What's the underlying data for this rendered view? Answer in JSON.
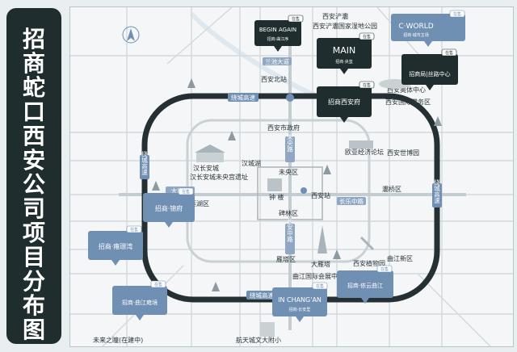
{
  "title": "招商蛇口西安公司项目分布图",
  "colors": {
    "dark": "#1f2d2f",
    "ring": "#243033",
    "blue": "#6f8fb3",
    "road": "#dfe5e8",
    "frame": "#f4f6f7"
  },
  "ring_labels": {
    "north": "绕城高速",
    "west": "绕城高速",
    "east": "绕城高速",
    "south": "绕城高速"
  },
  "road_labels": {
    "lanchi": "兰池大道",
    "weiyang": "未央路",
    "daqing": "大庆路",
    "changle": "长乐中路",
    "changan": "长安中路",
    "chanba": "灞桥区",
    "lianhu": "莲湖区",
    "qujiang": "曲江新区",
    "yanta": "雁塔区",
    "weiyangqu": "未央区",
    "beilin": "碑林区"
  },
  "places": {
    "wetland": "西安浐灞国家湿地公园",
    "north_station": "西安北站",
    "gov": "西安市政府",
    "olympic": "西安奥体中心",
    "expo_hub": "西安国际港务区",
    "eurasia": "欧亚经济论坛",
    "expo": "西安世博园",
    "han_site": "汉长安城未央宫遗址",
    "han_lake": "汉城湖",
    "bell": "钟 楼",
    "station": "西安站",
    "pagoda": "大雁塔",
    "botanic": "西安植物园",
    "qujiang_intl": "曲江国际会展中心",
    "future": "未来之瞳(在建中)",
    "aerospace": "航天城文大附小"
  },
  "projects": [
    {
      "id": "begin_again",
      "tag": "在售",
      "line1": "BEGIN AGAIN",
      "line2": "招商·曲江序"
    },
    {
      "id": "main",
      "tag": "在售",
      "line1": "MAIN",
      "line2": "招商·央玺"
    },
    {
      "id": "cworld",
      "tag": "在售",
      "line1": "C·WORLD",
      "line2": "招商·城市主场"
    },
    {
      "id": "silk",
      "tag": "在售",
      "line1": "招商局|丝路中心",
      "line2": ""
    },
    {
      "id": "xian_fu",
      "tag": "在售",
      "line1": "招商西安府",
      "line2": ""
    },
    {
      "id": "jin_fu",
      "tag": "在售",
      "line1": "招商·锦府",
      "line2": ""
    },
    {
      "id": "yulan",
      "tag": "在售",
      "line1": "招商·雍璟湾",
      "line2": ""
    },
    {
      "id": "xiyuan",
      "tag": "在售",
      "line1": "招商·曲江雍境",
      "line2": ""
    },
    {
      "id": "changan",
      "tag": "在售",
      "line1": "IN CHANG'AN",
      "line2": "招商·长安里"
    },
    {
      "id": "yiyun",
      "tag": "在售",
      "line1": "招商·依云曲江",
      "line2": ""
    }
  ]
}
